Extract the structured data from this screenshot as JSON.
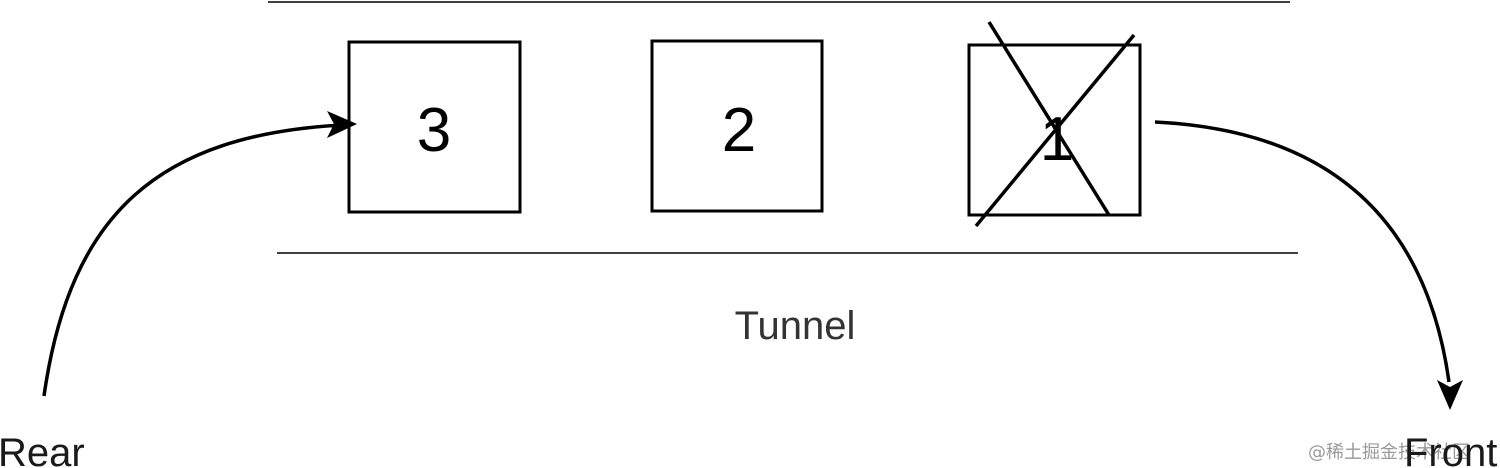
{
  "queue": {
    "items": [
      {
        "label": "3",
        "removed": false
      },
      {
        "label": "2",
        "removed": false
      },
      {
        "label": "1",
        "removed": true
      }
    ]
  },
  "tunnel": {
    "label": "Tunnel"
  },
  "rear": {
    "label": "Rear"
  },
  "front": {
    "label": "Front"
  },
  "watermark": {
    "text": "@稀土掘金技术社区"
  },
  "colors": {
    "stroke": "#000000",
    "text": "#333333"
  }
}
